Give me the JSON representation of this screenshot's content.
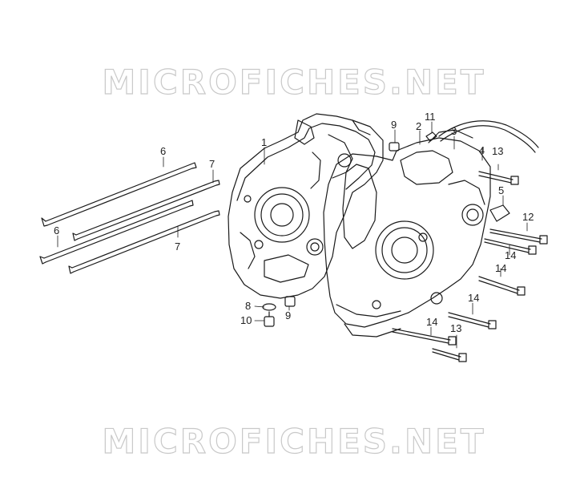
{
  "watermark": {
    "text": "MICROFICHES.NET"
  },
  "callouts": [
    {
      "id": "c1",
      "label": "1"
    },
    {
      "id": "c2",
      "label": "2"
    },
    {
      "id": "c3",
      "label": "3"
    },
    {
      "id": "c4",
      "label": "4"
    },
    {
      "id": "c5",
      "label": "5"
    },
    {
      "id": "c6a",
      "label": "6"
    },
    {
      "id": "c6b",
      "label": "6"
    },
    {
      "id": "c7a",
      "label": "7"
    },
    {
      "id": "c7b",
      "label": "7"
    },
    {
      "id": "c8",
      "label": "8"
    },
    {
      "id": "c9a",
      "label": "9"
    },
    {
      "id": "c9b",
      "label": "9"
    },
    {
      "id": "c10",
      "label": "10"
    },
    {
      "id": "c11",
      "label": "11"
    },
    {
      "id": "c12",
      "label": "12"
    },
    {
      "id": "c13a",
      "label": "13"
    },
    {
      "id": "c13b",
      "label": "13"
    },
    {
      "id": "c14a",
      "label": "14"
    },
    {
      "id": "c14b",
      "label": "14"
    },
    {
      "id": "c14c",
      "label": "14"
    },
    {
      "id": "c14d",
      "label": "14"
    }
  ]
}
